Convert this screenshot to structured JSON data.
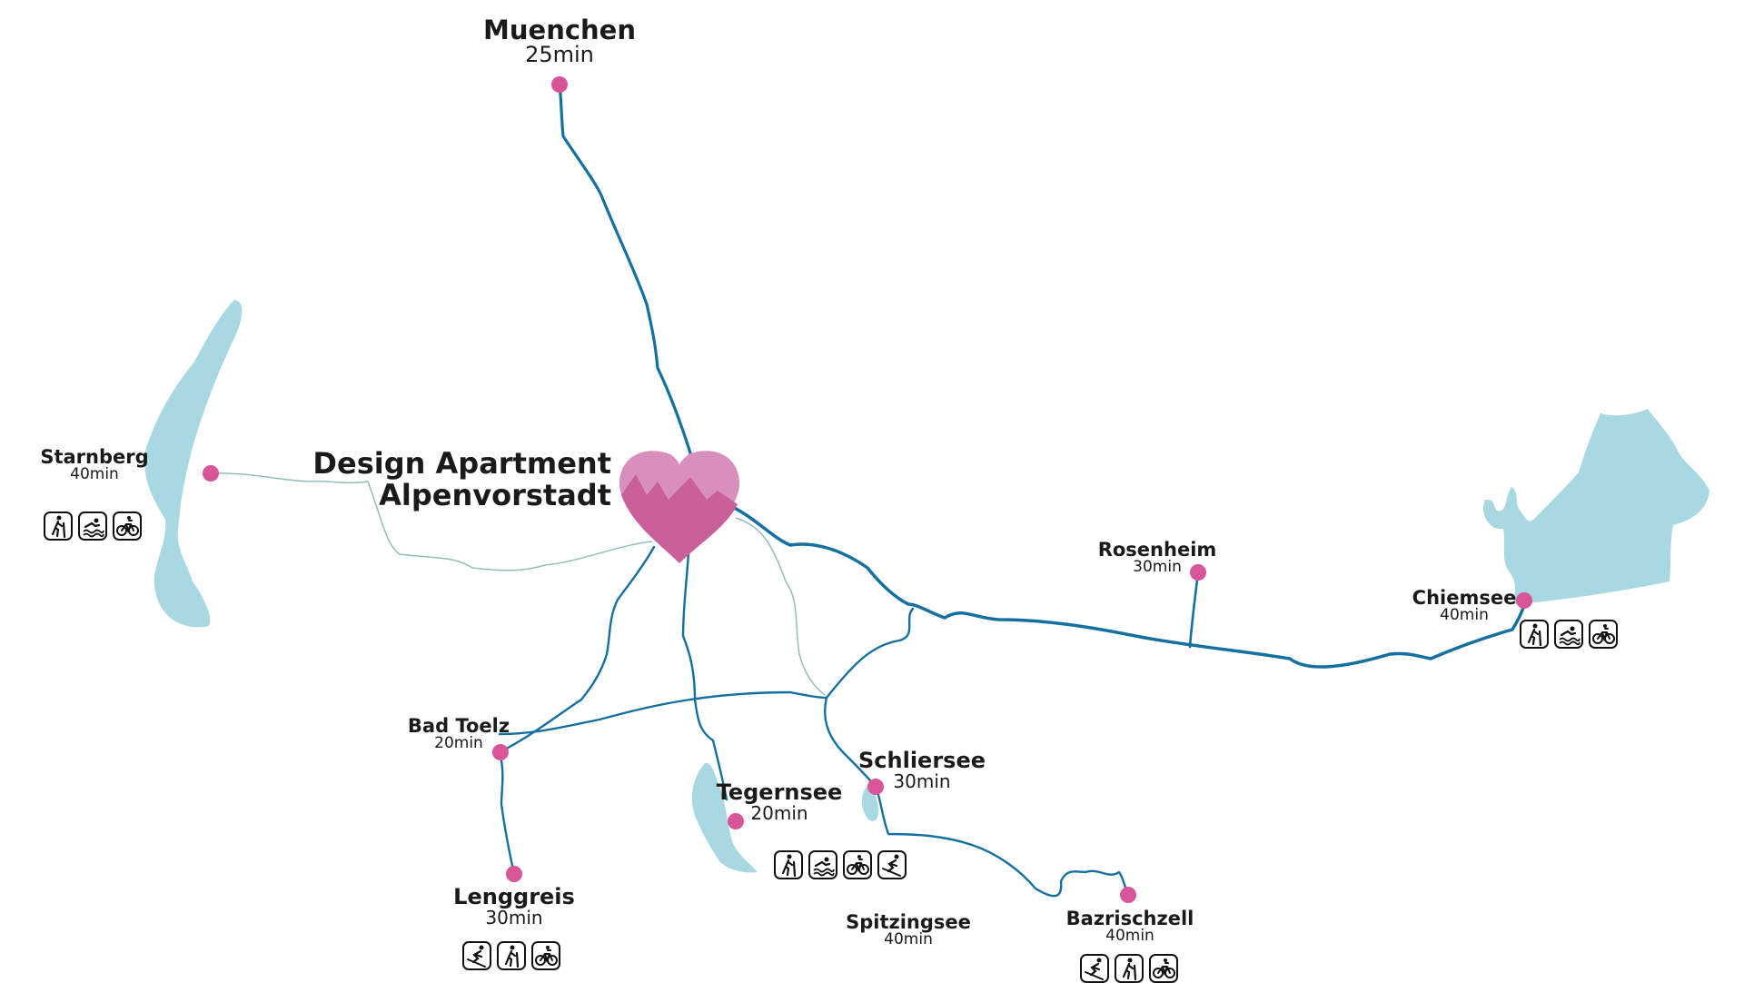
{
  "home": {
    "line1": "Design Apartment",
    "line2": "Alpenvorstadt",
    "heart_color": "#c9609a",
    "heart_light": "#d98fbc"
  },
  "colors": {
    "road": "#1470a0",
    "lake": "#a8d8e2",
    "pin": "#d9559a",
    "river": "#8fc0b8"
  },
  "places": [
    {
      "id": "muenchen",
      "name": "Muenchen",
      "time": "25min",
      "icons": []
    },
    {
      "id": "starnberg",
      "name": "Starnberg",
      "time": "40min",
      "icons": [
        "hiking-icon",
        "swimming-icon",
        "cycling-icon"
      ]
    },
    {
      "id": "rosenheim",
      "name": "Rosenheim",
      "time": "30min",
      "icons": []
    },
    {
      "id": "chiemsee",
      "name": "Chiemsee",
      "time": "40min",
      "icons": [
        "hiking-icon",
        "swimming-icon",
        "cycling-icon"
      ]
    },
    {
      "id": "bad-toelz",
      "name": "Bad Toelz",
      "time": "20min",
      "icons": []
    },
    {
      "id": "tegernsee",
      "name": "Tegernsee",
      "time": "20min",
      "icons": [
        "hiking-icon",
        "swimming-icon",
        "cycling-icon",
        "skiing-icon"
      ]
    },
    {
      "id": "schliersee",
      "name": "Schliersee",
      "time": "30min",
      "icons": []
    },
    {
      "id": "lenggreis",
      "name": "Lenggreis",
      "time": "30min",
      "icons": [
        "skiing-icon",
        "hiking-icon",
        "cycling-icon"
      ]
    },
    {
      "id": "spitzingsee",
      "name": "Spitzingsee",
      "time": "40min",
      "icons": []
    },
    {
      "id": "bazrischzell",
      "name": "Bazrischzell",
      "time": "40min",
      "icons": [
        "skiing-icon",
        "hiking-icon",
        "cycling-icon"
      ]
    }
  ]
}
